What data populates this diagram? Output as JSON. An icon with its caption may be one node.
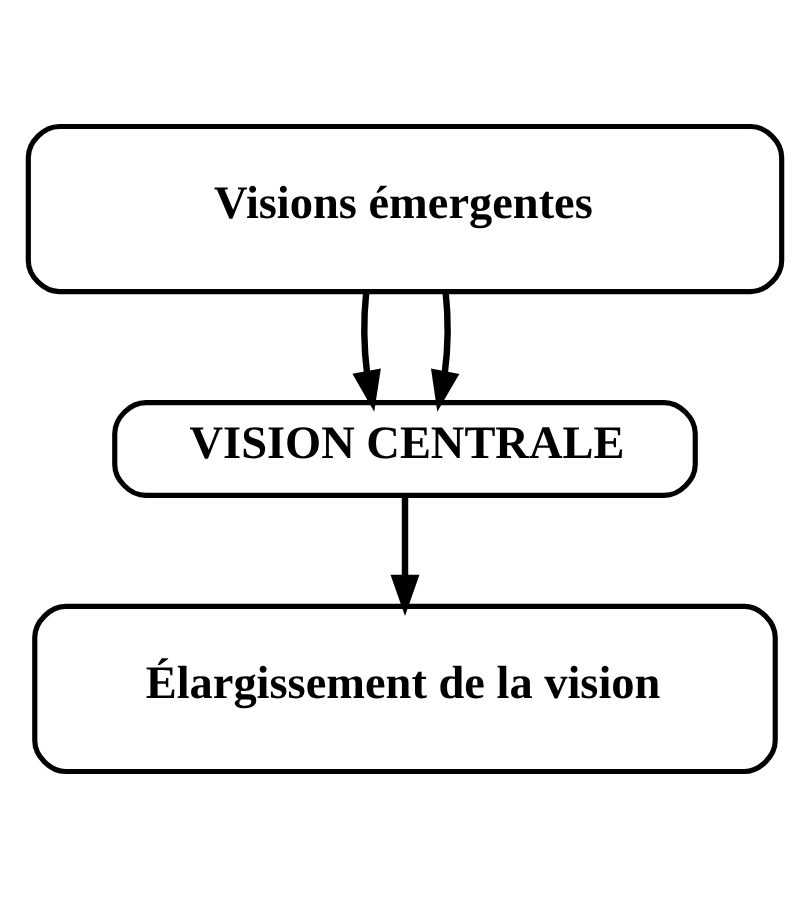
{
  "diagram": {
    "nodes": [
      {
        "text": [
          "Visions émergentes"
        ]
      },
      {
        "text": [
          "VISION CENTRALE"
        ]
      },
      {
        "text": [
          "Élargissement de la vision"
        ]
      }
    ],
    "edges": [
      {
        "from": 0,
        "to": 1,
        "arrow": "to"
      },
      {
        "from": 0,
        "to": 1,
        "arrow": "to"
      },
      {
        "from": 1,
        "to": 2,
        "arrow": "to"
      }
    ]
  }
}
